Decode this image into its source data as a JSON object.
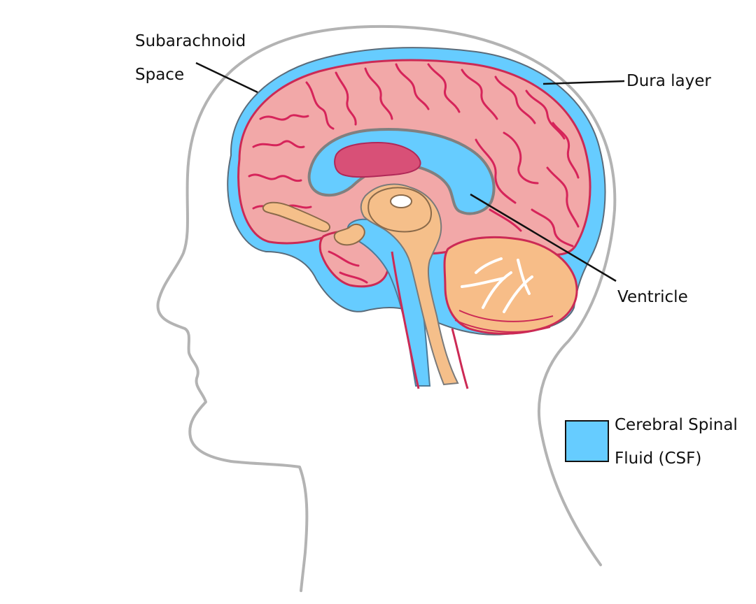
{
  "labels": {
    "subarachnoid_line1": "Subarachnoid",
    "subarachnoid_line2": "Space",
    "dura": "Dura layer",
    "ventricle": "Ventricle"
  },
  "legend": {
    "line1": "Cerebral Spinal",
    "line2": "Fluid (CSF)",
    "swatch_color": "#66ccff"
  },
  "colors": {
    "head_outline": "#b3b3b3",
    "csf": "#66ccff",
    "cortex_fill": "#f2a8a8",
    "cortex_edge": "#cc2a55",
    "sulci": "#d6245a",
    "brainstem": "#f5bf8a",
    "cerebellum": "#f7bd88",
    "corpus_callosum": "#d85077",
    "outline": "#7a7a7a"
  }
}
